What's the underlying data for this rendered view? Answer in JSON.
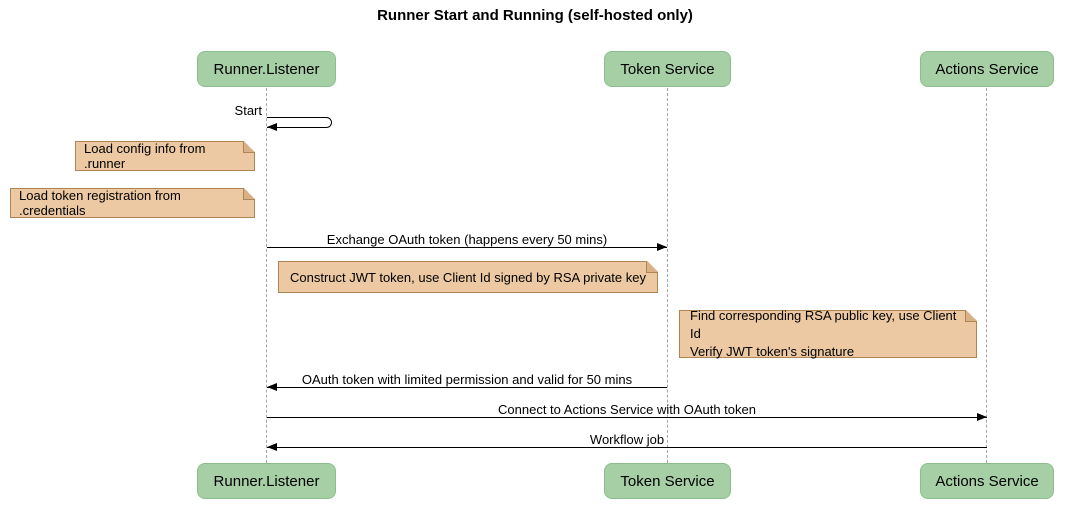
{
  "title": "Runner Start and Running (self-hosted only)",
  "participants": [
    {
      "name": "Runner.Listener"
    },
    {
      "name": "Token Service"
    },
    {
      "name": "Actions Service"
    }
  ],
  "messages": [
    {
      "label": "Start",
      "from": "Runner.Listener",
      "to": "Runner.Listener",
      "kind": "self"
    },
    {
      "label": "Exchange OAuth token (happens every 50 mins)",
      "from": "Runner.Listener",
      "to": "Token Service",
      "kind": "solid-arrow"
    },
    {
      "label": "OAuth token with limited permission and valid for 50 mins",
      "from": "Token Service",
      "to": "Runner.Listener",
      "kind": "solid-arrow"
    },
    {
      "label": "Connect to Actions Service with OAuth token",
      "from": "Runner.Listener",
      "to": "Actions Service",
      "kind": "solid-arrow"
    },
    {
      "label": "Workflow job",
      "from": "Actions Service",
      "to": "Runner.Listener",
      "kind": "solid-arrow"
    }
  ],
  "notes": [
    {
      "text": "Load config info from .runner",
      "placement": "left of Runner.Listener"
    },
    {
      "text": "Load token registration from .credentials",
      "placement": "left of Runner.Listener"
    },
    {
      "text": "Construct JWT token, use Client Id signed by RSA private key",
      "placement": "over Runner.Listener and Token Service"
    },
    {
      "text": "Find corresponding RSA public key, use Client Id\nVerify JWT token's signature",
      "placement": "over Token Service and Actions Service"
    }
  ],
  "colors": {
    "participant_fill": "#a6cfa6",
    "participant_border": "#8cbe8c",
    "note_fill": "#ecc9a2",
    "note_border": "#ae8453",
    "note_fold": "#d8b187",
    "lifeline": "#a6a6a6",
    "arrow": "#000000"
  }
}
